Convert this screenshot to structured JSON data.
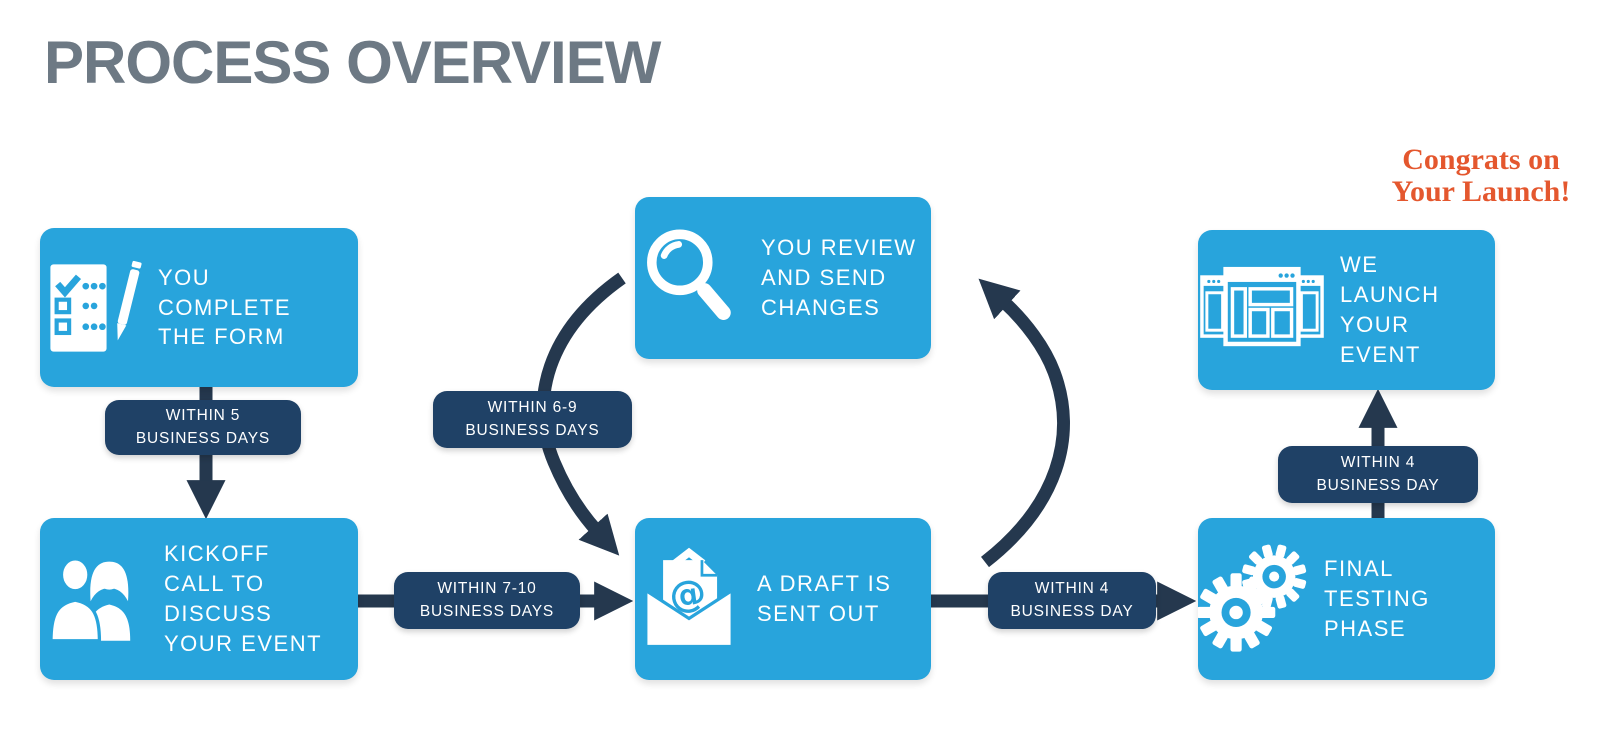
{
  "title": "PROCESS OVERVIEW",
  "congrats": "Congrats on\nYour Launch!",
  "colors": {
    "box_blue": "#28A4DC",
    "pill_navy": "#1F4166",
    "arrow_navy": "#25384E",
    "title_gray": "#6D7984",
    "accent_orange": "#E4572E",
    "background": "#FFFFFF"
  },
  "boxes": {
    "form": {
      "label": "YOU\nCOMPLETE\nTHE FORM",
      "icon": "checklist-pen-icon"
    },
    "kickoff": {
      "label": "KICKOFF\nCALL TO\nDISCUSS\nYOUR EVENT",
      "icon": "people-icon"
    },
    "review": {
      "label": "YOU REVIEW\nAND SEND\nCHANGES",
      "icon": "magnifier-icon"
    },
    "draft": {
      "label": "A DRAFT IS\nSENT OUT",
      "icon": "envelope-at-icon"
    },
    "testing": {
      "label": "FINAL\nTESTING\nPHASE",
      "icon": "gears-icon"
    },
    "launch": {
      "label": "WE\nLAUNCH\nYOUR\nEVENT",
      "icon": "browser-windows-icon"
    }
  },
  "pills": {
    "form_to_kickoff": "WITHIN 5\nBUSINESS DAYS",
    "review_loop": "WITHIN 6-9\nBUSINESS DAYS",
    "kickoff_to_draft": "WITHIN 7-10\nBUSINESS DAYS",
    "draft_to_testing": "WITHIN 4\nBUSINESS DAY",
    "testing_to_launch": "WITHIN 4\nBUSINESS DAY"
  }
}
